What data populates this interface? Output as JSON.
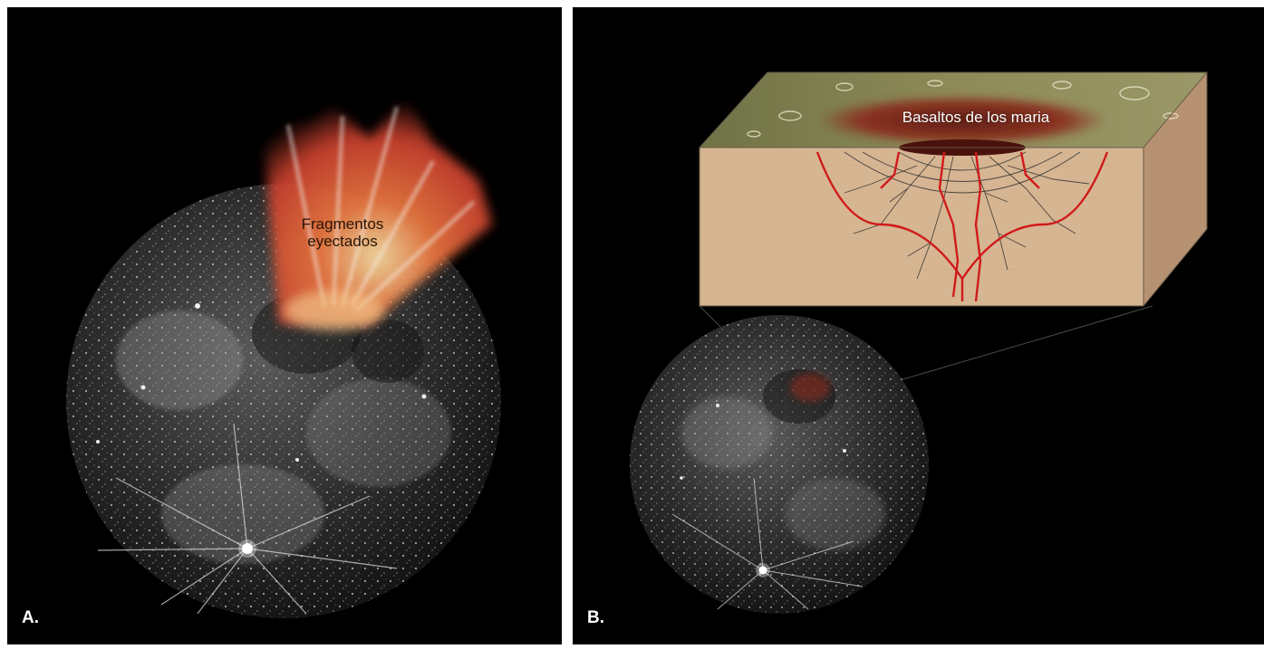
{
  "panels": [
    {
      "id": "A",
      "letter": "A.",
      "label": "Fragmentos eyectados"
    },
    {
      "id": "B",
      "letter": "B.",
      "label": "Basaltos de los maria"
    }
  ],
  "colors": {
    "background": "#000000",
    "moon_surface": "#2b2b2b",
    "moon_highlight": "#d8d8d8",
    "ejecta_core": "#e0543a",
    "ejecta_glow": "#f0c07a",
    "crust": "#d6b592",
    "crust_side": "#b69272",
    "surface_top": "#8c8a52",
    "basalt_pool": "#7a2418",
    "lava_channel": "#d01a1a",
    "fracture": "#222222"
  }
}
